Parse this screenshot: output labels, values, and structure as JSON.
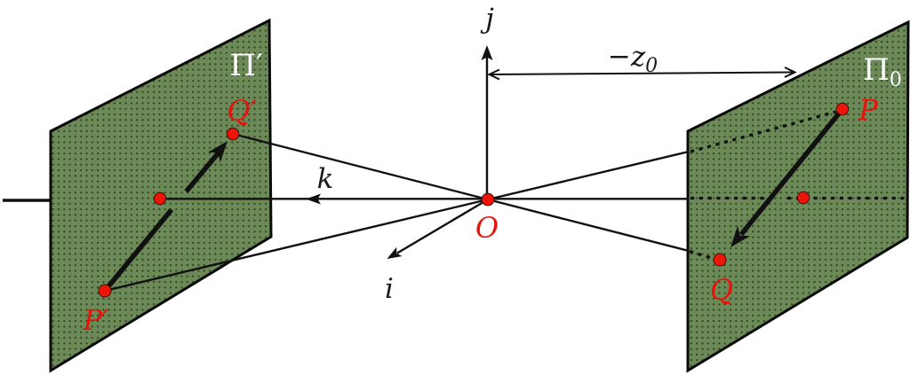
{
  "colors": {
    "plane_fill": "#6c8a57",
    "plane_dot_texture": "#2e401f",
    "plane_outline": "#0b0b0b",
    "line_black": "#111111",
    "point_red": "#ee1408",
    "label_red": "#e8120c",
    "label_white": "#ffffff",
    "label_black": "#1a1a1a"
  },
  "planes": {
    "left_label": "Π′",
    "right_label_base": "Π",
    "right_label_sub": "0"
  },
  "points": {
    "origin": "O",
    "p": "P",
    "q": "Q",
    "p_prime": "P′",
    "q_prime": "Q′"
  },
  "axes": {
    "i": "i",
    "j": "j",
    "k": "k"
  },
  "dimension": {
    "label_base": "−z",
    "label_sub": "0"
  }
}
